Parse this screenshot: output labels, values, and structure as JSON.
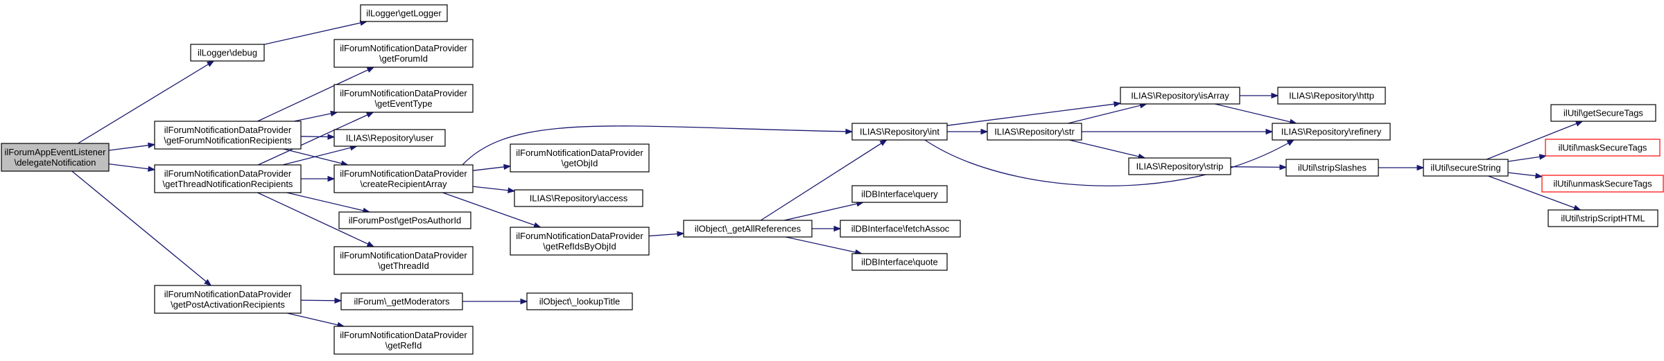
{
  "diagram": {
    "nodes": [
      {
        "id": "root",
        "lines": [
          "ilForumAppEventListener",
          "\\delegateNotification"
        ],
        "style": "root"
      },
      {
        "id": "getLogger",
        "lines": [
          "ilLogger\\getLogger"
        ]
      },
      {
        "id": "debug",
        "lines": [
          "ilLogger\\debug"
        ]
      },
      {
        "id": "getForumId",
        "lines": [
          "ilForumNotificationDataProvider",
          "\\getForumId"
        ]
      },
      {
        "id": "getEventType",
        "lines": [
          "ilForumNotificationDataProvider",
          "\\getEventType"
        ]
      },
      {
        "id": "getForumNotifRecip",
        "lines": [
          "ilForumNotificationDataProvider",
          "\\getForumNotificationRecipients"
        ]
      },
      {
        "id": "user",
        "lines": [
          "ILIAS\\Repository\\user"
        ]
      },
      {
        "id": "getThreadNotifRecip",
        "lines": [
          "ilForumNotificationDataProvider",
          "\\getThreadNotificationRecipients"
        ]
      },
      {
        "id": "createRecipArray",
        "lines": [
          "ilForumNotificationDataProvider",
          "\\createRecipientArray"
        ]
      },
      {
        "id": "getPosAuthorId",
        "lines": [
          "ilForumPost\\getPosAuthorId"
        ]
      },
      {
        "id": "getThreadId",
        "lines": [
          "ilForumNotificationDataProvider",
          "\\getThreadId"
        ]
      },
      {
        "id": "getPostActRecip",
        "lines": [
          "ilForumNotificationDataProvider",
          "\\getPostActivationRecipients"
        ]
      },
      {
        "id": "getModerators",
        "lines": [
          "ilForum\\_getModerators"
        ]
      },
      {
        "id": "getRefId",
        "lines": [
          "ilForumNotificationDataProvider",
          "\\getRefId"
        ]
      },
      {
        "id": "getObjId",
        "lines": [
          "ilForumNotificationDataProvider",
          "\\getObjId"
        ]
      },
      {
        "id": "access",
        "lines": [
          "ILIAS\\Repository\\access"
        ]
      },
      {
        "id": "getRefIdsByObjId",
        "lines": [
          "ilForumNotificationDataProvider",
          "\\getRefIdsByObjId"
        ]
      },
      {
        "id": "lookupTitle",
        "lines": [
          "ilObject\\_lookupTitle"
        ]
      },
      {
        "id": "getAllReferences",
        "lines": [
          "ilObject\\_getAllReferences"
        ]
      },
      {
        "id": "int",
        "lines": [
          "ILIAS\\Repository\\int"
        ]
      },
      {
        "id": "query",
        "lines": [
          "ilDBInterface\\query"
        ]
      },
      {
        "id": "fetchAssoc",
        "lines": [
          "ilDBInterface\\fetchAssoc"
        ]
      },
      {
        "id": "quote",
        "lines": [
          "ilDBInterface\\quote"
        ]
      },
      {
        "id": "str",
        "lines": [
          "ILIAS\\Repository\\str"
        ]
      },
      {
        "id": "isArray",
        "lines": [
          "ILIAS\\Repository\\isArray"
        ]
      },
      {
        "id": "strip",
        "lines": [
          "ILIAS\\Repository\\strip"
        ]
      },
      {
        "id": "http",
        "lines": [
          "ILIAS\\Repository\\http"
        ]
      },
      {
        "id": "refinery",
        "lines": [
          "ILIAS\\Repository\\refinery"
        ]
      },
      {
        "id": "stripSlashes",
        "lines": [
          "ilUtil\\stripSlashes"
        ]
      },
      {
        "id": "secureString",
        "lines": [
          "ilUtil\\secureString"
        ]
      },
      {
        "id": "getSecureTags",
        "lines": [
          "ilUtil\\getSecureTags"
        ]
      },
      {
        "id": "maskSecureTags",
        "lines": [
          "ilUtil\\maskSecureTags"
        ],
        "style": "red"
      },
      {
        "id": "unmaskSecureTags",
        "lines": [
          "ilUtil\\unmaskSecureTags"
        ],
        "style": "red"
      },
      {
        "id": "stripScriptHTML",
        "lines": [
          "ilUtil\\stripScriptHTML"
        ]
      }
    ],
    "edges": [
      [
        "root",
        "debug"
      ],
      [
        "root",
        "getForumNotifRecip"
      ],
      [
        "root",
        "getThreadNotifRecip"
      ],
      [
        "root",
        "getPostActRecip"
      ],
      [
        "debug",
        "getLogger"
      ],
      [
        "getForumNotifRecip",
        "getForumId"
      ],
      [
        "getForumNotifRecip",
        "getEventType"
      ],
      [
        "getForumNotifRecip",
        "user"
      ],
      [
        "getForumNotifRecip",
        "createRecipArray"
      ],
      [
        "getThreadNotifRecip",
        "getEventType"
      ],
      [
        "getThreadNotifRecip",
        "user"
      ],
      [
        "getThreadNotifRecip",
        "createRecipArray"
      ],
      [
        "getThreadNotifRecip",
        "getPosAuthorId"
      ],
      [
        "getThreadNotifRecip",
        "getThreadId"
      ],
      [
        "getPostActRecip",
        "getModerators"
      ],
      [
        "getPostActRecip",
        "getRefId"
      ],
      [
        "getModerators",
        "lookupTitle"
      ],
      [
        "createRecipArray",
        "getObjId"
      ],
      [
        "createRecipArray",
        "access"
      ],
      [
        "createRecipArray",
        "getRefIdsByObjId"
      ],
      [
        "createRecipArray",
        "int"
      ],
      [
        "getRefIdsByObjId",
        "getAllReferences"
      ],
      [
        "getAllReferences",
        "int"
      ],
      [
        "getAllReferences",
        "query"
      ],
      [
        "getAllReferences",
        "fetchAssoc"
      ],
      [
        "getAllReferences",
        "quote"
      ],
      [
        "int",
        "str"
      ],
      [
        "int",
        "isArray"
      ],
      [
        "int",
        "refinery"
      ],
      [
        "str",
        "isArray"
      ],
      [
        "str",
        "refinery"
      ],
      [
        "str",
        "strip"
      ],
      [
        "isArray",
        "http"
      ],
      [
        "isArray",
        "refinery"
      ],
      [
        "strip",
        "stripSlashes"
      ],
      [
        "stripSlashes",
        "secureString"
      ],
      [
        "secureString",
        "getSecureTags"
      ],
      [
        "secureString",
        "maskSecureTags"
      ],
      [
        "secureString",
        "unmaskSecureTags"
      ],
      [
        "secureString",
        "stripScriptHTML"
      ]
    ]
  }
}
